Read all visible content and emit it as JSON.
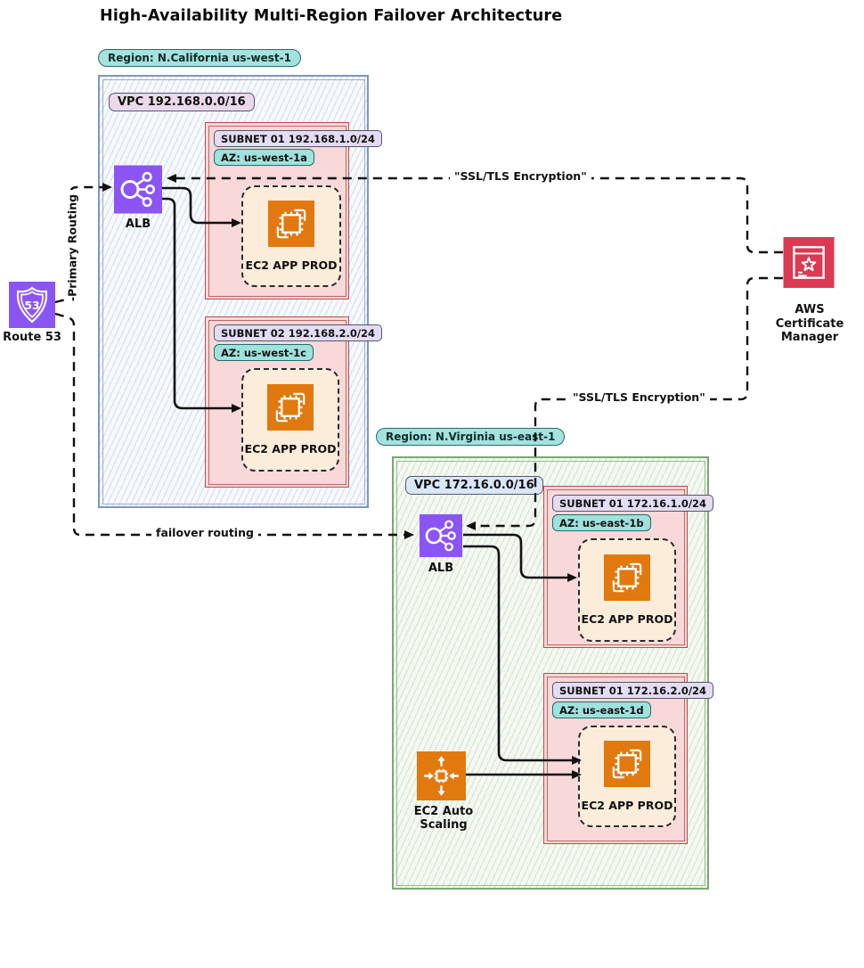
{
  "title": "High-Availability Multi-Region Failover Architecture",
  "colors": {
    "aws_purple": "#8B55F6",
    "aws_orange": "#E1790F",
    "aws_red": "#DC3952",
    "region_teal_bg": "#A5E2DE",
    "subnet_pink": "#F8D8D8",
    "ec2_cream": "#FCECDA",
    "west_border": "#7D97BD",
    "east_border": "#79A873",
    "wire_black": "#111111"
  },
  "route53": {
    "label": "Route 53",
    "icon_text": "53"
  },
  "acm": {
    "label": "AWS Certificate Manager"
  },
  "west": {
    "region_badge": "Region: N.California us-west-1",
    "vpc_badge": "VPC 192.168.0.0/16",
    "alb_label": "ALB",
    "subnets": [
      {
        "label": "SUBNET 01 192.168.1.0/24",
        "az": "AZ: us-west-1a",
        "instance": "EC2 APP PROD"
      },
      {
        "label": "SUBNET 02 192.168.2.0/24",
        "az": "AZ: us-west-1c",
        "instance": "EC2 APP PROD"
      }
    ]
  },
  "east": {
    "region_badge": "Region: N.Virginia us-east-1",
    "vpc_badge": "VPC 172.16.0.0/16",
    "alb_label": "ALB",
    "autoscaling_label": "EC2 Auto Scaling",
    "subnets": [
      {
        "label": "SUBNET 01 172.16.1.0/24",
        "az": "AZ: us-east-1b",
        "instance": "EC2 APP PROD"
      },
      {
        "label": "SUBNET 01 172.16.2.0/24",
        "az": "AZ: us-east-1d",
        "instance": "EC2 APP PROD"
      }
    ]
  },
  "edges": {
    "ssl_west": "\"SSL/TLS Encryption\"",
    "ssl_east": "\"SSL/TLS Encryption\"",
    "primary": "-Primary Routing",
    "failover": "failover routing"
  }
}
